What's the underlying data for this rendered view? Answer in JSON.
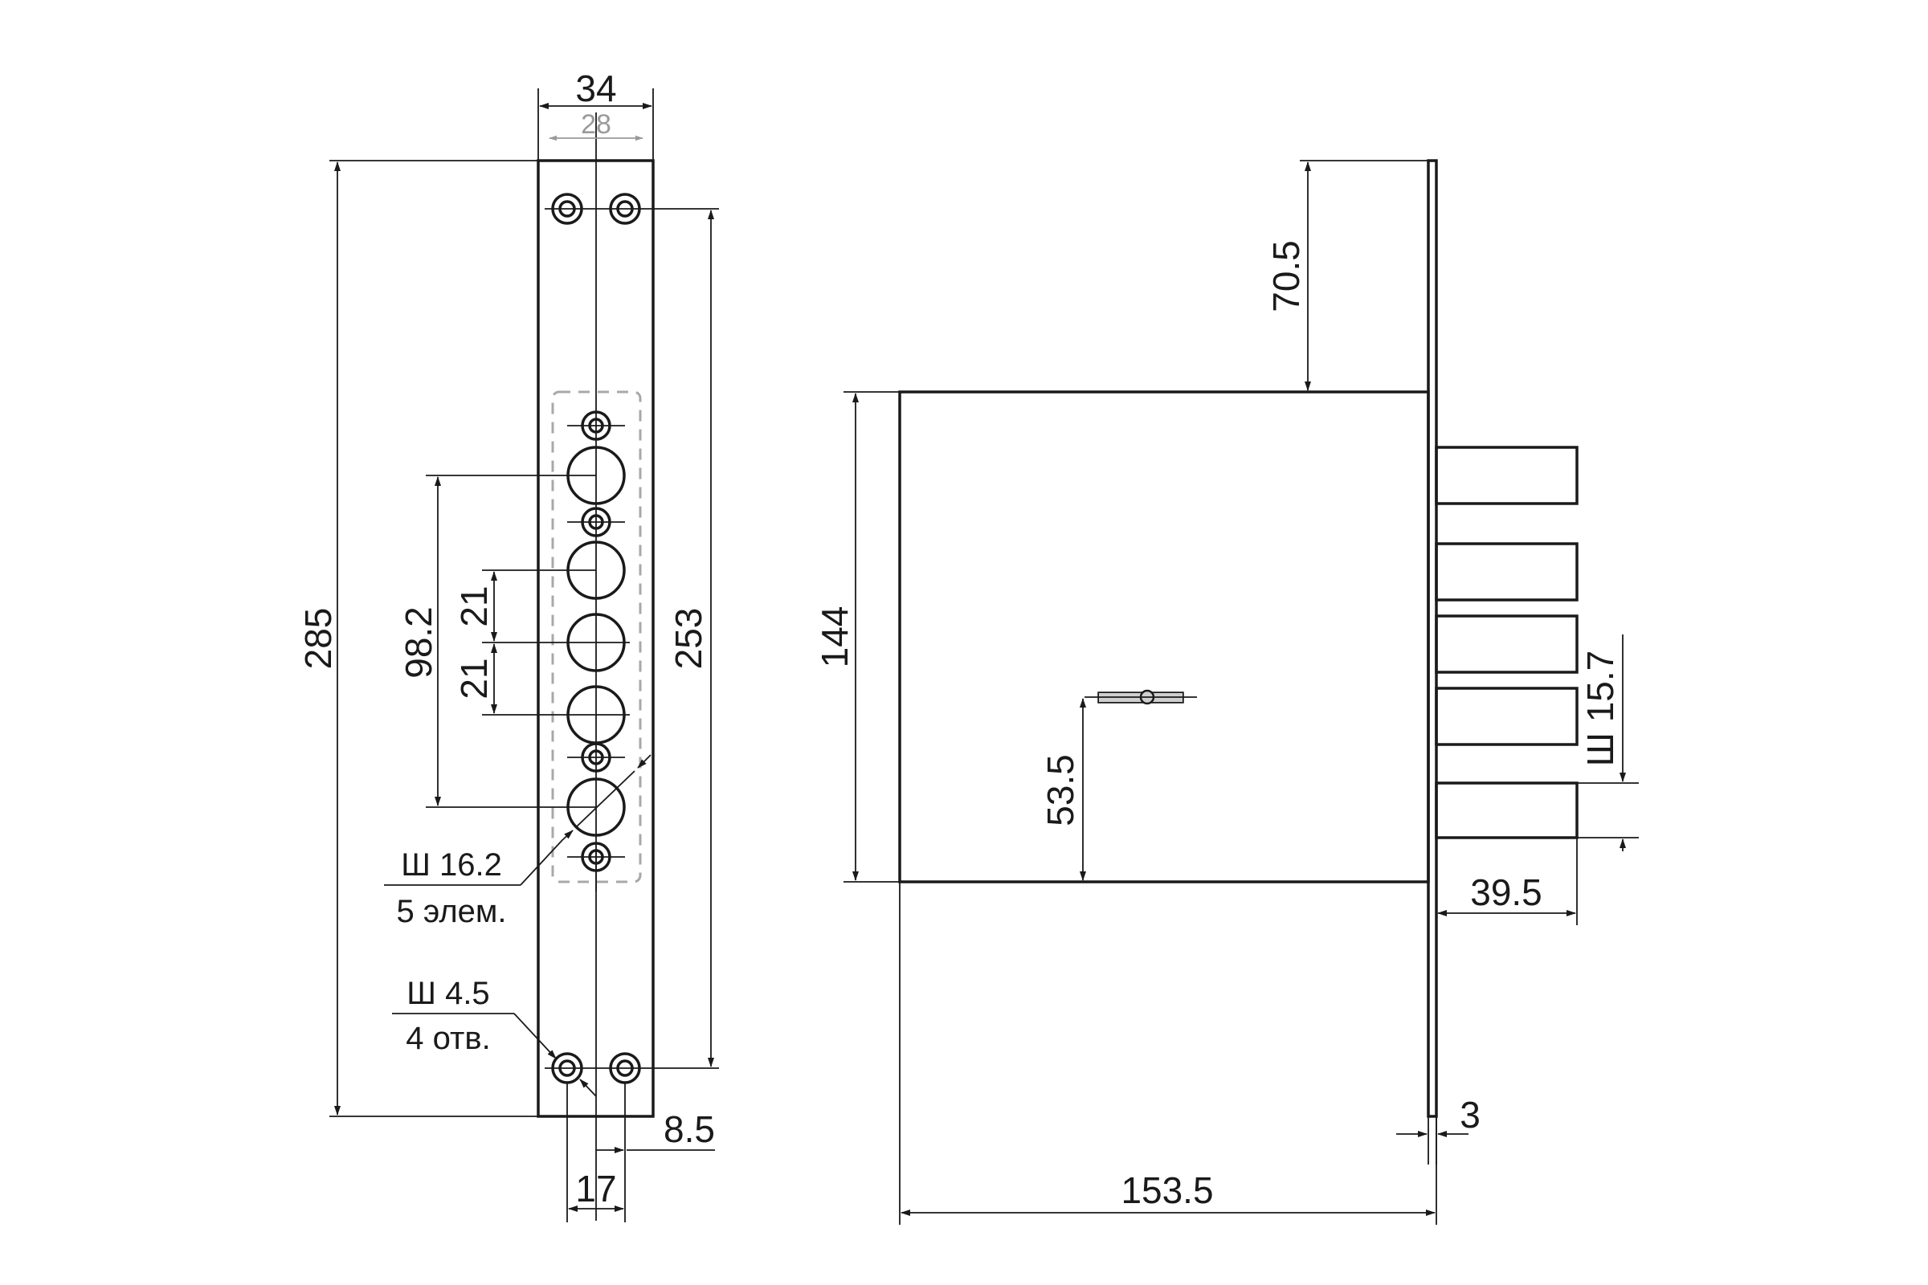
{
  "front_view": {
    "width_outer": "34",
    "width_inner": "28",
    "height_total": "285",
    "height_holes": "253",
    "bolt_span": "98.2",
    "bolt_pitch_upper": "21",
    "bolt_pitch_lower": "21",
    "bolt_diameter": "Ш 16.2",
    "bolt_count": "5 элем.",
    "hole_diameter": "Ш 4.5",
    "hole_count": "4 отв.",
    "hole_offset": "8.5",
    "hole_spacing": "17"
  },
  "side_view": {
    "top_offset": "70.5",
    "body_height": "144",
    "key_height": "53.5",
    "bolt_diameter": "Ш 15.7",
    "bolt_throw": "39.5",
    "plate_thickness": "3",
    "body_depth": "153.5"
  }
}
